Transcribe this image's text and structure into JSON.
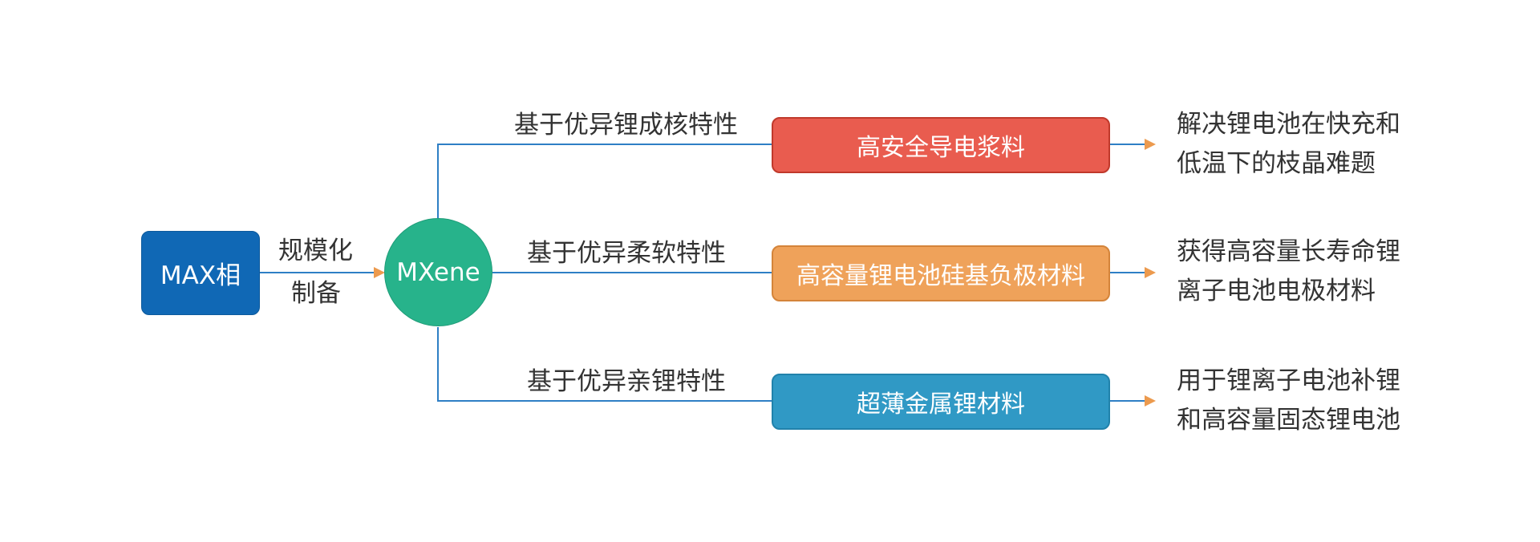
{
  "source": {
    "label": "MAX相",
    "color": "#1068B5"
  },
  "step": {
    "line1": "规模化",
    "line2": "制备"
  },
  "hub": {
    "label": "MXene",
    "color": "#27B38B"
  },
  "branches": [
    {
      "property": "基于优异锂成核特性",
      "product": "高安全导电浆料",
      "product_color": "#E95C4F",
      "result_line1": "解决锂电池在快充和",
      "result_line2": "低温下的枝晶难题"
    },
    {
      "property": "基于优异柔软特性",
      "product": "高容量锂电池硅基负极材料",
      "product_color": "#EFA25A",
      "result_line1": "获得高容量长寿命锂",
      "result_line2": "离子电池电极材料"
    },
    {
      "property": "基于优异亲锂特性",
      "product": "超薄金属锂材料",
      "product_color": "#3099C5",
      "result_line1": "用于锂离子电池补锂",
      "result_line2": "和高容量固态锂电池"
    }
  ],
  "colors": {
    "connector": "#2E7FC5",
    "arrow": "#EC9A4E"
  }
}
